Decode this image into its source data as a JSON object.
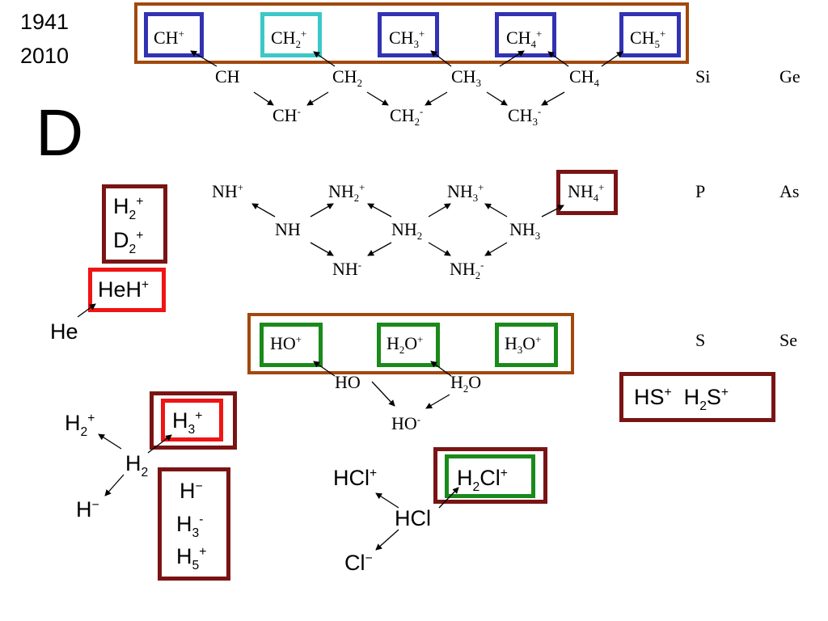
{
  "years": [
    "1941",
    "2010"
  ],
  "panel_letter": "D",
  "element_labels": [
    "Si",
    "Ge",
    "P",
    "As",
    "S",
    "Se"
  ],
  "colors": {
    "brown_box": "#a2480d",
    "blue_box": "#3232b4",
    "cyan_box": "#3cc8c8",
    "green_box": "#1a8a1a",
    "maroon_box": "#7a1414",
    "red_box": "#f01414"
  }
}
